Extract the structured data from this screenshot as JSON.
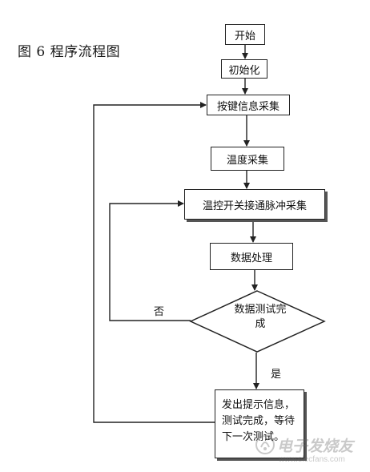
{
  "figure": {
    "caption": "图 6  程序流程图"
  },
  "nodes": {
    "start": "开始",
    "init": "初始化",
    "key_capture": "按键信息采集",
    "temp_capture": "温度采集",
    "pulse_capture": "温控开关接通脉冲采集",
    "data_process": "数据处理",
    "decision_line1": "数据测试完",
    "decision_line2": "成",
    "notify": "发出提示信息，测试完成，等待下一次测试。"
  },
  "edge_labels": {
    "no": "否",
    "yes": "是"
  },
  "watermark": {
    "text": "电子发烧友",
    "sub": "www.elecfans.com"
  },
  "colors": {
    "stroke": "#222222",
    "text": "#111111",
    "watermark": "#666666"
  }
}
